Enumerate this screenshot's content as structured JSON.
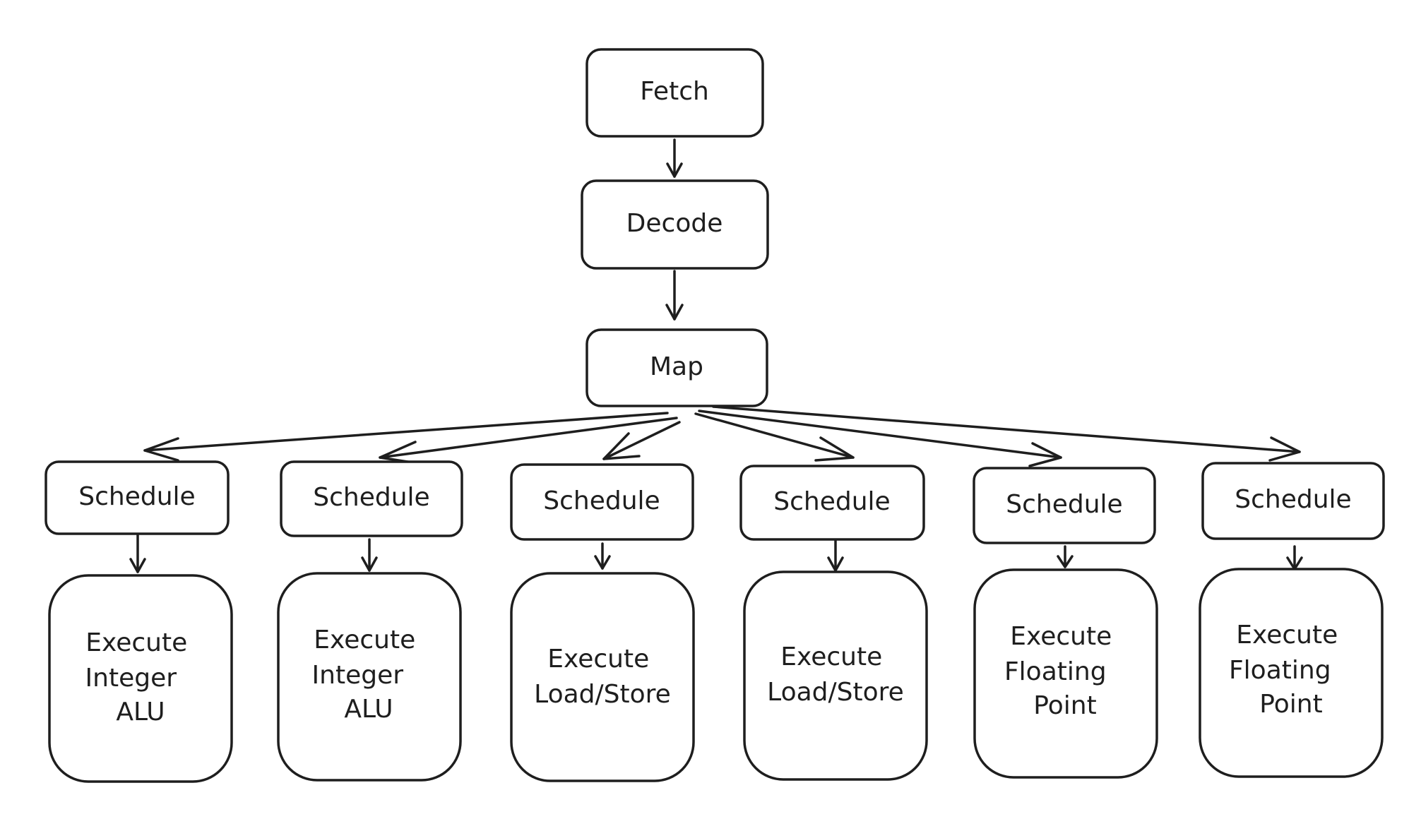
{
  "colors": {
    "stroke": "#1e1e1e",
    "fill": "#ffffff",
    "background": "#ffffff"
  },
  "nodes": {
    "fetch": {
      "label": "Fetch"
    },
    "decode": {
      "label": "Decode"
    },
    "map": {
      "label": "Map"
    },
    "schedule_1": {
      "label": "Schedule"
    },
    "schedule_2": {
      "label": "Schedule"
    },
    "schedule_3": {
      "label": "Schedule"
    },
    "schedule_4": {
      "label": "Schedule"
    },
    "schedule_5": {
      "label": "Schedule"
    },
    "schedule_6": {
      "label": "Schedule"
    },
    "execute_1": {
      "lines": [
        "Execute",
        "Integer",
        "ALU"
      ]
    },
    "execute_2": {
      "lines": [
        "Execute",
        "Integer",
        "ALU"
      ]
    },
    "execute_3": {
      "lines": [
        "Execute",
        "Load/Store"
      ]
    },
    "execute_4": {
      "lines": [
        "Execute",
        "Load/Store"
      ]
    },
    "execute_5": {
      "lines": [
        "Execute",
        "Floating",
        "Point"
      ]
    },
    "execute_6": {
      "lines": [
        "Execute",
        "Floating",
        "Point"
      ]
    }
  },
  "edges": [
    {
      "from": "fetch",
      "to": "decode"
    },
    {
      "from": "decode",
      "to": "map"
    },
    {
      "from": "map",
      "to": "schedule_1"
    },
    {
      "from": "map",
      "to": "schedule_2"
    },
    {
      "from": "map",
      "to": "schedule_3"
    },
    {
      "from": "map",
      "to": "schedule_4"
    },
    {
      "from": "map",
      "to": "schedule_5"
    },
    {
      "from": "map",
      "to": "schedule_6"
    },
    {
      "from": "schedule_1",
      "to": "execute_1"
    },
    {
      "from": "schedule_2",
      "to": "execute_2"
    },
    {
      "from": "schedule_3",
      "to": "execute_3"
    },
    {
      "from": "schedule_4",
      "to": "execute_4"
    },
    {
      "from": "schedule_5",
      "to": "execute_5"
    },
    {
      "from": "schedule_6",
      "to": "execute_6"
    }
  ]
}
